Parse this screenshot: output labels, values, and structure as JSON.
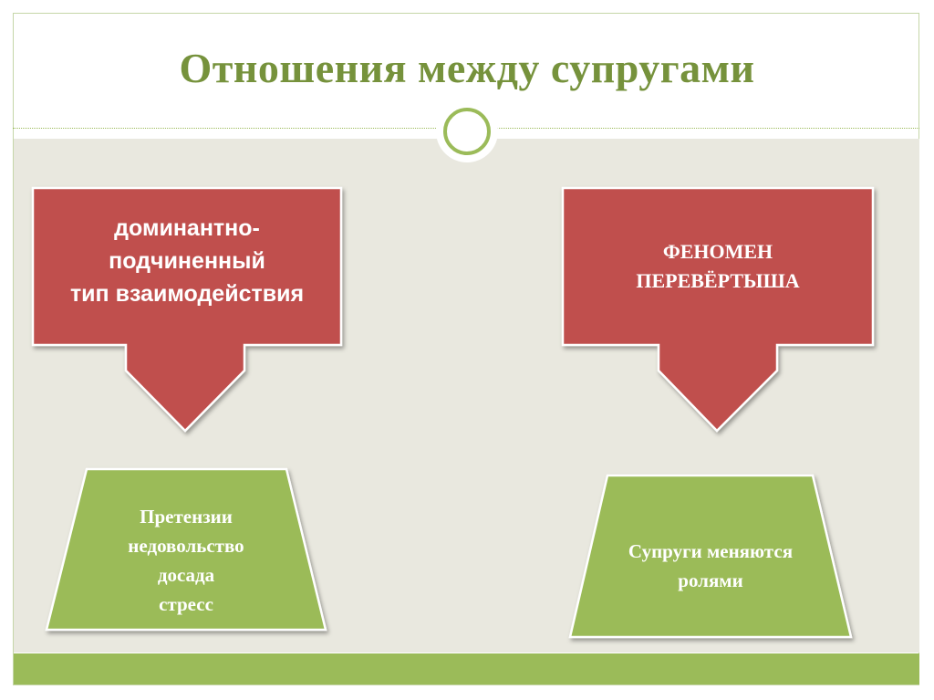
{
  "slide": {
    "title": "Отношения между супругами"
  },
  "left": {
    "callout_lines": [
      "доминантно-",
      "подчиненный",
      "тип взаимодействия"
    ],
    "result_lines": [
      "Претензии",
      "недовольство",
      "досада",
      "стресс"
    ]
  },
  "right": {
    "callout_lines": [
      "ФЕНОМЕН",
      "ПЕРЕВЁРТЫША"
    ],
    "result_lines": [
      "Супруги меняются",
      "ролями"
    ]
  },
  "colors": {
    "title": "#76923c",
    "callout": "#c0504d",
    "result": "#9bbb59",
    "panel": "#e9e8df",
    "accent": "#9bbb59"
  }
}
